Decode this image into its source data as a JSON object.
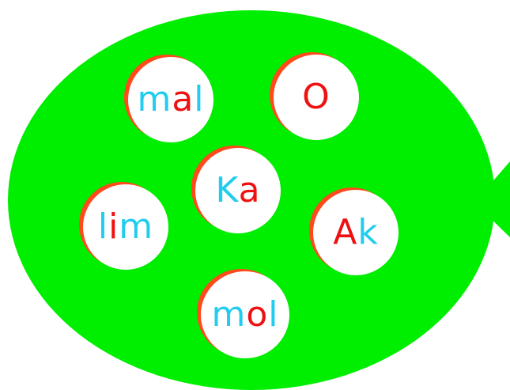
{
  "colors": {
    "fish_body": "#00ee00",
    "bubble_fill": "#ffffff",
    "bubble_rim": "#ff4a1c",
    "letter_blue": "#22ccee",
    "letter_red": "#ee1111"
  },
  "bubbles": [
    {
      "id": "mal",
      "letters": [
        {
          "ch": "m",
          "color": "blue"
        },
        {
          "ch": "a",
          "color": "red"
        },
        {
          "ch": "l",
          "color": "blue"
        }
      ]
    },
    {
      "id": "o",
      "letters": [
        {
          "ch": "O",
          "color": "red"
        }
      ]
    },
    {
      "id": "ka",
      "letters": [
        {
          "ch": "K",
          "color": "blue"
        },
        {
          "ch": "a",
          "color": "red"
        }
      ]
    },
    {
      "id": "lim",
      "letters": [
        {
          "ch": "l",
          "color": "blue"
        },
        {
          "ch": "i",
          "color": "red"
        },
        {
          "ch": "m",
          "color": "blue"
        }
      ]
    },
    {
      "id": "ak",
      "letters": [
        {
          "ch": "A",
          "color": "red"
        },
        {
          "ch": "k",
          "color": "blue"
        }
      ]
    },
    {
      "id": "mol",
      "letters": [
        {
          "ch": "m",
          "color": "blue"
        },
        {
          "ch": "o",
          "color": "red"
        },
        {
          "ch": "l",
          "color": "blue"
        }
      ]
    }
  ]
}
